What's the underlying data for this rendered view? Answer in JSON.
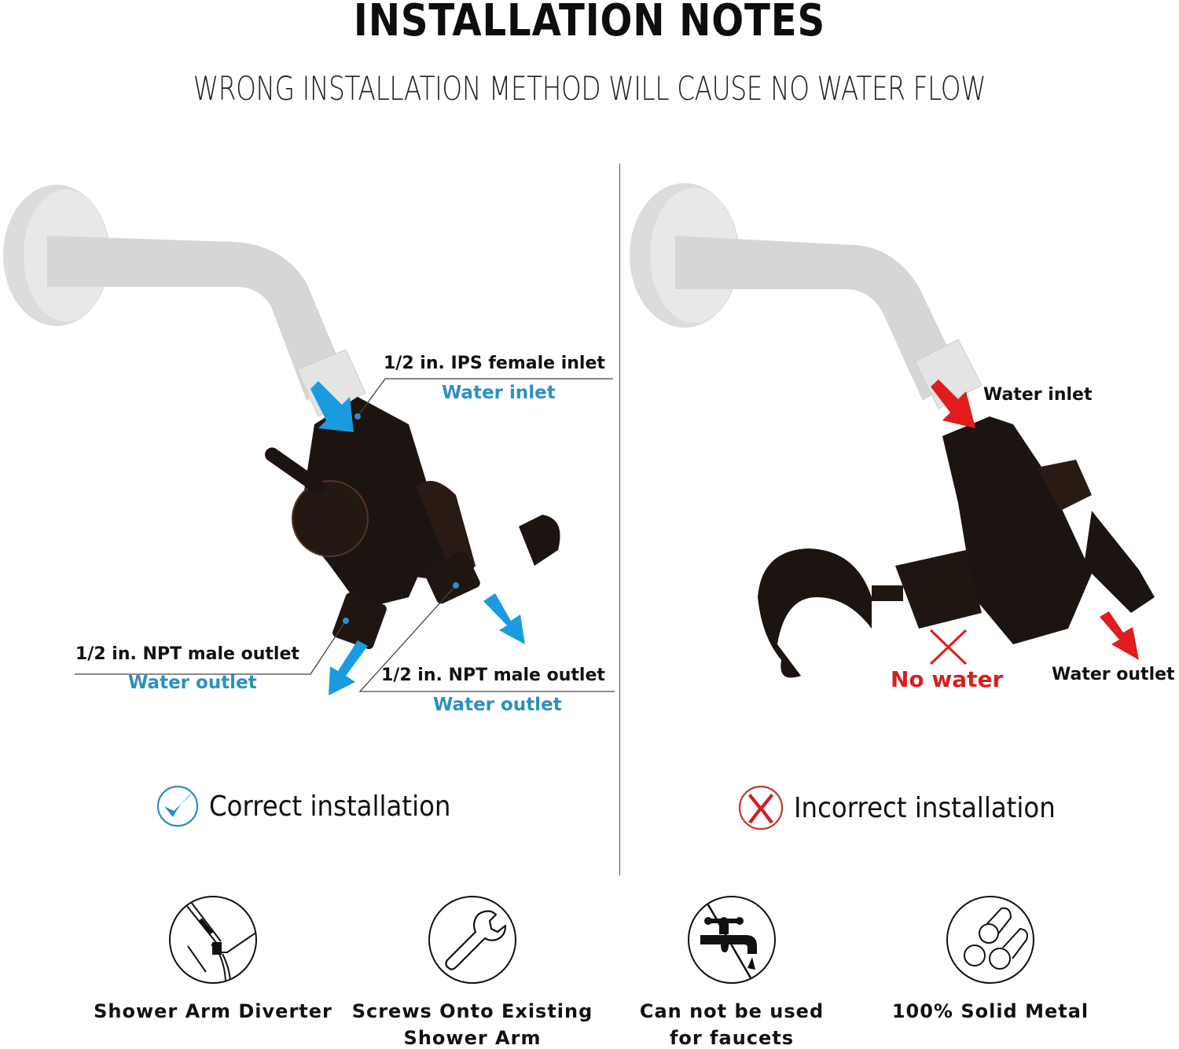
{
  "header": {
    "title": "INSTALLATION NOTES",
    "subtitle": "WRONG INSTALLATION METHOD WILL CAUSE NO WATER FLOW"
  },
  "colors": {
    "correct_blue": "#2e8fc0",
    "arrow_blue": "#1a9be0",
    "incorrect_red": "#d81e1e",
    "diverter_body": "#1c1410",
    "shower_arm": "#d9d9d9"
  },
  "correct_panel": {
    "labels": {
      "inlet_spec": "1/2 in. IPS female inlet",
      "inlet_name": "Water inlet",
      "outlet_left_spec": "1/2 in. NPT male outlet",
      "outlet_left_name": "Water outlet",
      "outlet_right_spec": "1/2 in. NPT male outlet",
      "outlet_right_name": "Water outlet"
    },
    "verdict": {
      "icon": "check-circle-icon",
      "text": "Correct installation"
    }
  },
  "incorrect_panel": {
    "labels": {
      "inlet_name": "Water inlet",
      "no_water": "No water",
      "outlet_name": "Water outlet"
    },
    "verdict": {
      "icon": "x-circle-icon",
      "text": "Incorrect installation"
    }
  },
  "features": [
    {
      "icon": "shower-head-icon",
      "line1": "Shower Arm Diverter",
      "line2": ""
    },
    {
      "icon": "wrench-icon",
      "line1": "Screws Onto Existing",
      "line2": "Shower Arm"
    },
    {
      "icon": "no-faucet-icon",
      "line1": "Can not be used",
      "line2": "for faucets"
    },
    {
      "icon": "metal-bars-icon",
      "line1": "100% Solid Metal",
      "line2": ""
    }
  ]
}
